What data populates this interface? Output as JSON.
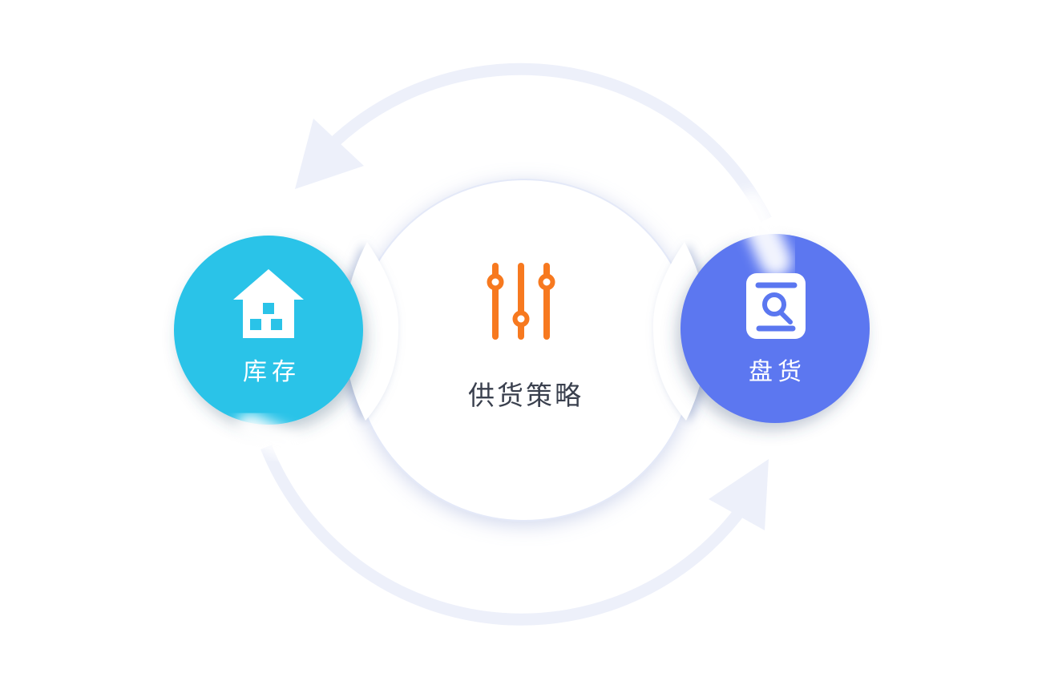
{
  "nodes": {
    "inventory": {
      "label": "库存",
      "color": "#2AC3E8",
      "text_color": "#FFFFFF",
      "icon": "house-icon"
    },
    "strategy": {
      "label": "供货策略",
      "bg": "#FFFFFF",
      "text_color": "#3A404E",
      "icon": "sliders-icon",
      "icon_color": "#F7791F"
    },
    "stocktake": {
      "label": "盘货",
      "color": "#5B77F0",
      "text_color": "#FFFFFF",
      "icon": "doc-search-icon"
    }
  },
  "flow": {
    "arc_color": "#EDF0FA",
    "direction": "counterclockwise",
    "arrows": [
      {
        "position": "top",
        "points": "down-left"
      },
      {
        "position": "bottom",
        "points": "up-right"
      }
    ]
  }
}
